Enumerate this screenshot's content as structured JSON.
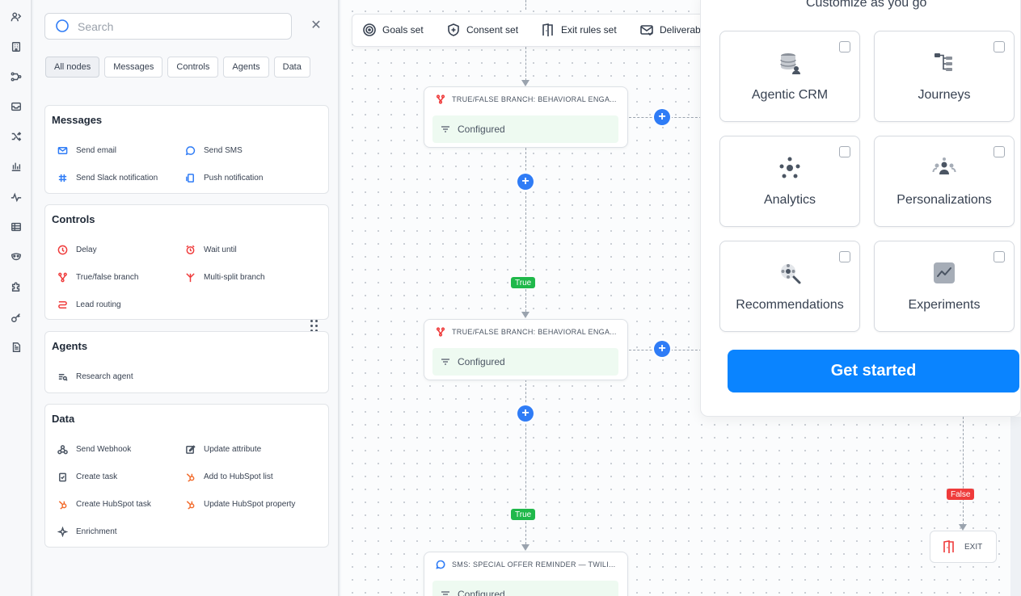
{
  "search": {
    "placeholder": "Search"
  },
  "filters": [
    "All nodes",
    "Messages",
    "Controls",
    "Agents",
    "Data"
  ],
  "sections": {
    "messages": {
      "title": "Messages",
      "items": [
        "Send email",
        "Send SMS",
        "Send Slack notification",
        "Push notification"
      ]
    },
    "controls": {
      "title": "Controls",
      "items": [
        "Delay",
        "Wait until",
        "True/false branch",
        "Multi-split branch",
        "Lead routing"
      ]
    },
    "agents": {
      "title": "Agents",
      "items": [
        "Research agent"
      ]
    },
    "data": {
      "title": "Data",
      "items": [
        "Send Webhook",
        "Update attribute",
        "Create task",
        "Add to HubSpot list",
        "Create HubSpot task",
        "Update HubSpot property",
        "Enrichment"
      ]
    }
  },
  "toolbar": {
    "items": [
      "Goals set",
      "Consent set",
      "Exit rules set",
      "Deliverability"
    ]
  },
  "nodes": [
    {
      "title": "TRUE/FALSE BRANCH: BEHAVIORAL ENGA...",
      "status": "Configured"
    },
    {
      "title": "TRUE/FALSE BRANCH: BEHAVIORAL ENGA...",
      "status": "Configured"
    },
    {
      "title": "SMS: SPECIAL OFFER REMINDER — TWILI...",
      "status": "Configured"
    }
  ],
  "branch_labels": {
    "true": "True",
    "false": "False"
  },
  "exit_node": {
    "label": "EXIT"
  },
  "overlay": {
    "title": "Customize as you go",
    "features": [
      "Agentic CRM",
      "Journeys",
      "Analytics",
      "Personalizations",
      "Recommendations",
      "Experiments"
    ],
    "cta": "Get started"
  },
  "colors": {
    "accent": "#0a84ff",
    "plus": "#2f7cf6",
    "true": "#1fb84a",
    "false": "#ef3b3b",
    "configured_bg": "#eefaf1"
  }
}
